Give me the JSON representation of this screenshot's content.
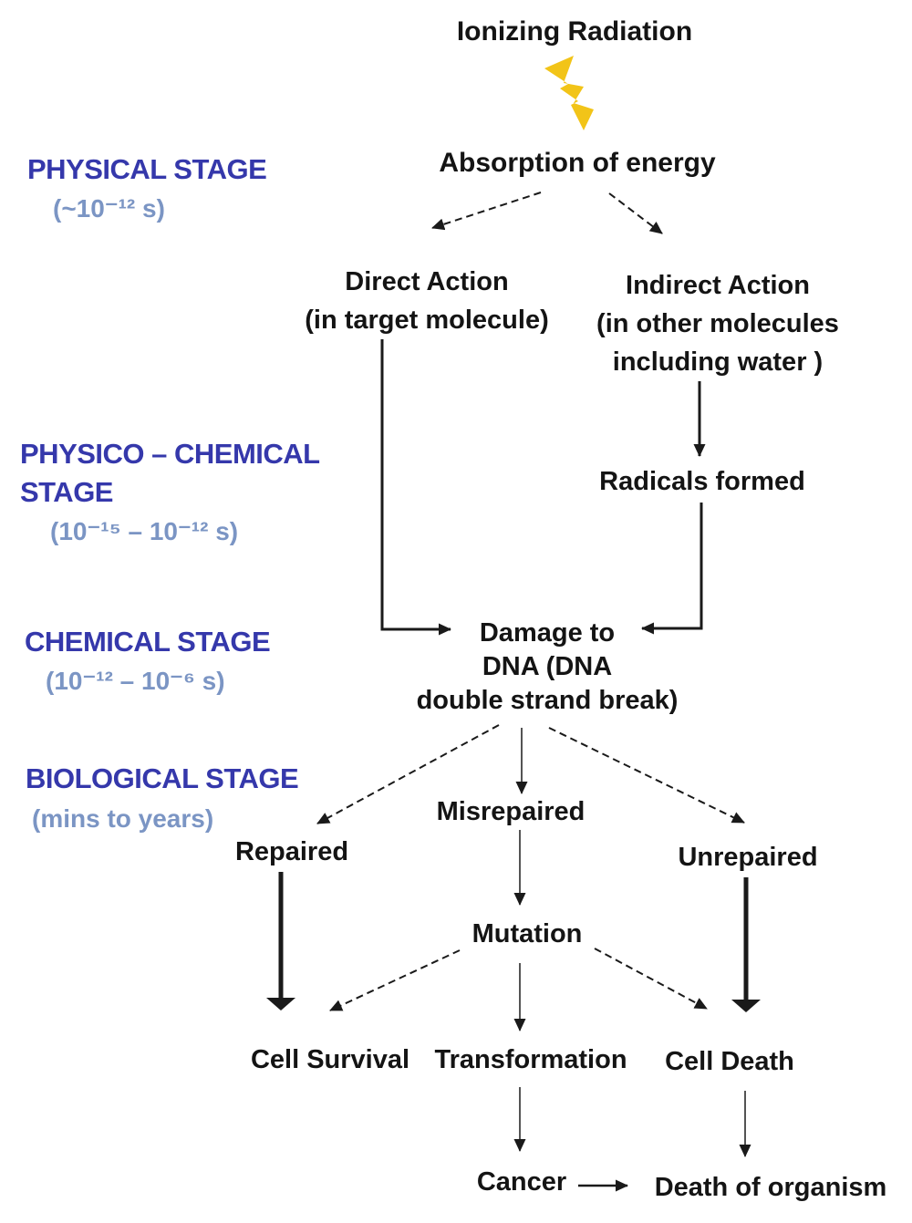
{
  "colors": {
    "stage_label": "#3538ab",
    "stage_time": "#7b95c4",
    "bolt": "#f2c418",
    "text": "#141414",
    "arrow": "#1a1a1a",
    "background": "#ffffff"
  },
  "stages": {
    "physical": {
      "line1": "PHYSICAL STAGE",
      "time": "(~10⁻¹² s)"
    },
    "physico": {
      "line1": "PHYSICO – CHEMICAL",
      "line2": "STAGE",
      "time": "(10⁻¹⁵ – 10⁻¹² s)"
    },
    "chemical": {
      "line1": "CHEMICAL STAGE",
      "time": "(10⁻¹² – 10⁻⁶ s)"
    },
    "biological": {
      "line1": "BIOLOGICAL STAGE",
      "time": "(mins  to years)"
    }
  },
  "nodes": {
    "ionizing_radiation": "Ionizing Radiation",
    "absorption": "Absorption of energy",
    "direct_action": {
      "line1": "Direct Action",
      "line2": "(in target molecule)"
    },
    "indirect_action": {
      "line1": "Indirect Action",
      "line2": "(in other molecules",
      "line3": "including water )"
    },
    "radicals": "Radicals formed",
    "dna_damage": {
      "line1": "Damage to",
      "line2": "DNA  (DNA",
      "line3": "double strand break)"
    },
    "repaired": "Repaired",
    "misrepaired": "Misrepaired",
    "unrepaired": "Unrepaired",
    "mutation": "Mutation",
    "cell_survival": "Cell Survival",
    "transformation": "Transformation",
    "cell_death": "Cell Death",
    "cancer": "Cancer",
    "death_of_organism": "Death of organism"
  },
  "icons": {
    "lightning_bolt": "ionizing radiation bolt"
  }
}
